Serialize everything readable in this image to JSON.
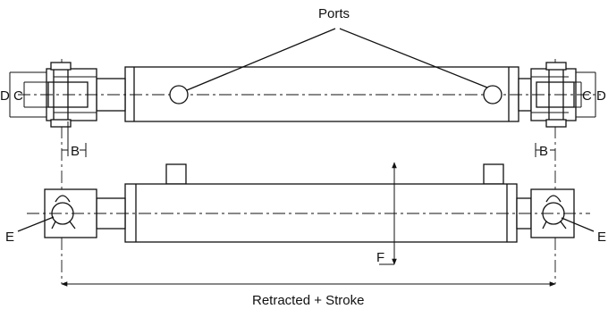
{
  "labels": {
    "ports": "Ports",
    "c_left": "C",
    "d_left": "D",
    "c_right": "C",
    "d_right": "D",
    "b_left": "B",
    "b_right": "B",
    "e_left": "E",
    "e_right": "E",
    "f": "F",
    "retracted_stroke": "Retracted + Stroke"
  }
}
